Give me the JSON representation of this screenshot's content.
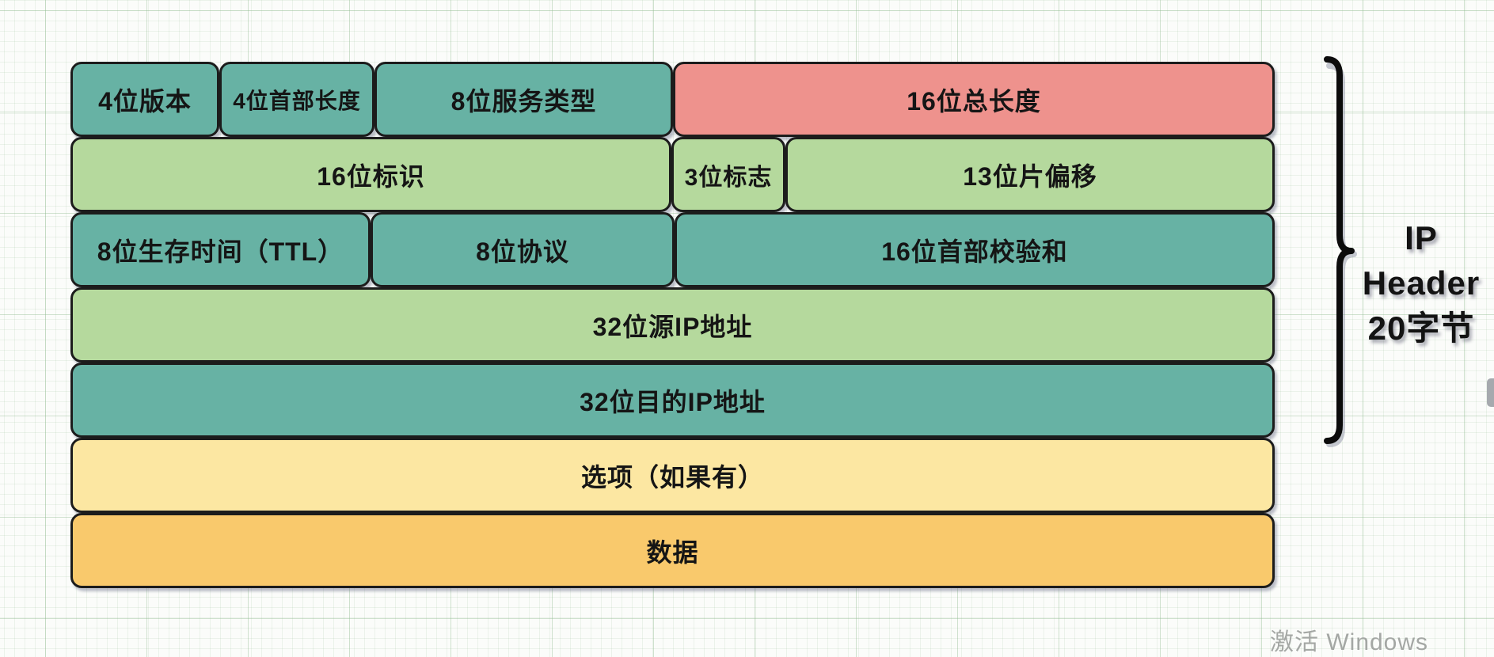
{
  "diagram": {
    "title_semantic": "IPv4 header structure",
    "rows": [
      {
        "cells": [
          {
            "label": "4位版本",
            "color": "teal"
          },
          {
            "label": "4位首部长度",
            "color": "teal"
          },
          {
            "label": "8位服务类型",
            "color": "teal"
          },
          {
            "label": "16位总长度",
            "color": "red"
          }
        ]
      },
      {
        "cells": [
          {
            "label": "16位标识",
            "color": "green"
          },
          {
            "label": "3位标志",
            "color": "green"
          },
          {
            "label": "13位片偏移",
            "color": "green"
          }
        ]
      },
      {
        "cells": [
          {
            "label": "8位生存时间（TTL）",
            "color": "teal"
          },
          {
            "label": "8位协议",
            "color": "teal"
          },
          {
            "label": "16位首部校验和",
            "color": "teal"
          }
        ]
      },
      {
        "cells": [
          {
            "label": "32位源IP地址",
            "color": "green"
          }
        ]
      },
      {
        "cells": [
          {
            "label": "32位目的IP地址",
            "color": "teal"
          }
        ]
      },
      {
        "cells": [
          {
            "label": "选项（如果有）",
            "color": "paleyellow"
          }
        ]
      },
      {
        "cells": [
          {
            "label": "数据",
            "color": "orange"
          }
        ]
      }
    ],
    "annotation": {
      "line1": "IP",
      "line2": "Header",
      "line3": "20字节"
    }
  },
  "colors": {
    "teal": "#67b2a4",
    "green": "#b5d99d",
    "red": "#ee928d",
    "paleyellow": "#fce7a2",
    "orange": "#f9c96c",
    "border": "#1c1c1c",
    "brace": "#0c0c0c",
    "background": "#fbfcfa"
  },
  "watermark": "激活 Windows"
}
